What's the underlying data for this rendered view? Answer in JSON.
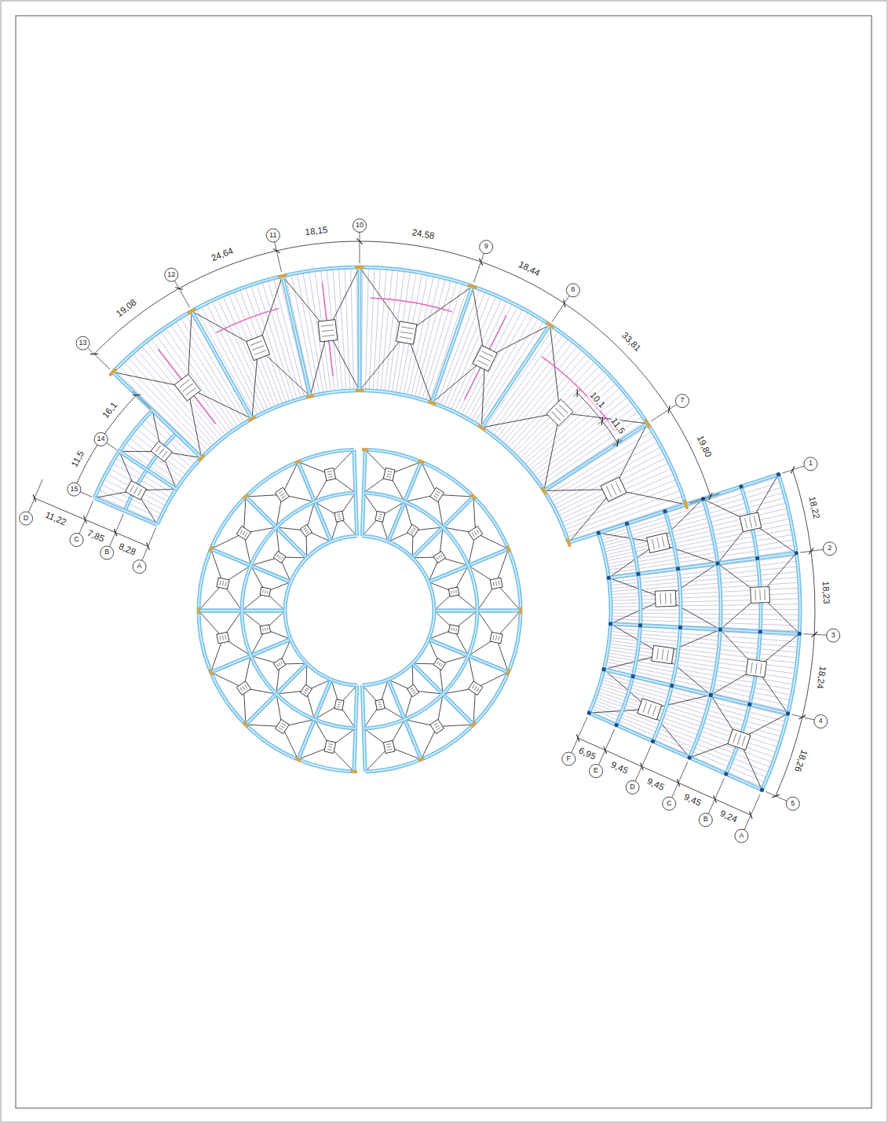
{
  "diagram": {
    "labels": [
      "19,08",
      "24,64",
      "18,15",
      "24,58",
      "18,44",
      "33,81",
      "19,80",
      "10,1",
      "11,5",
      "16,1",
      "11,5",
      "11,22",
      "7,85",
      "8,28",
      "18,22",
      "18,23",
      "18,24",
      "18,26",
      "6,95",
      "9,45",
      "9,45",
      "9,45",
      "9,24",
      "13",
      "12",
      "11",
      "10",
      "9",
      "8",
      "7",
      "14",
      "15",
      "A",
      "B",
      "C",
      "D",
      "1",
      "2",
      "3",
      "4",
      "5",
      "F",
      "E",
      "D",
      "C",
      "B",
      "A"
    ]
  }
}
